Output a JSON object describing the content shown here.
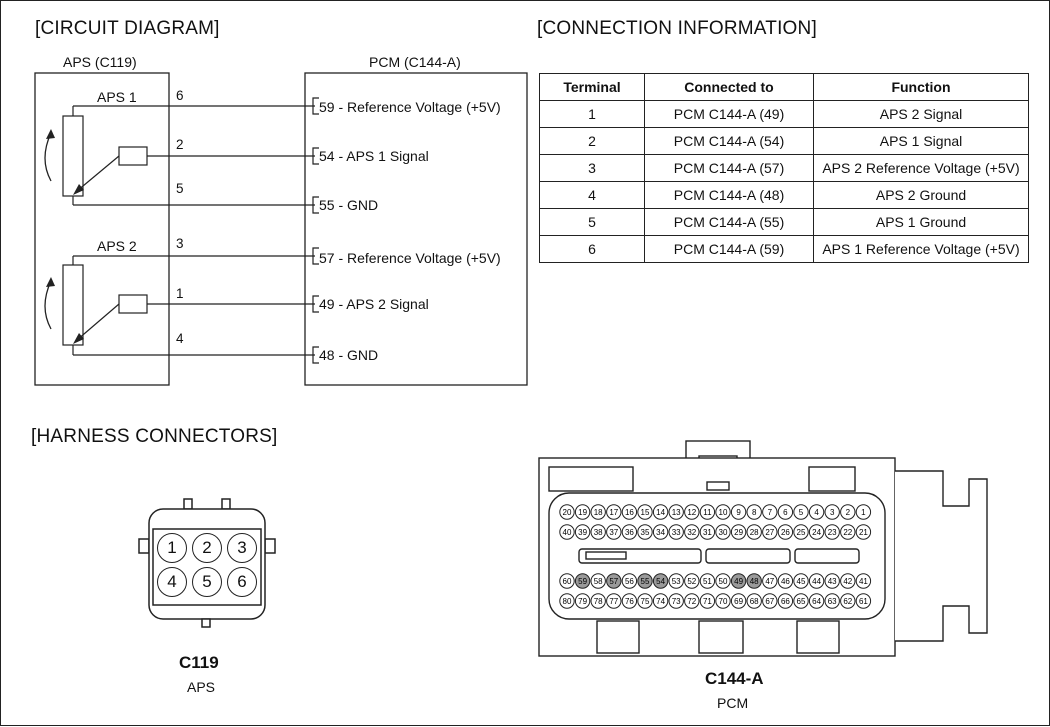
{
  "titles": {
    "circuit": "[CIRCUIT DIAGRAM]",
    "connection": "[CONNECTION INFORMATION]",
    "harness": "[HARNESS CONNECTORS]"
  },
  "circuit": {
    "left_box_label": "APS (C119)",
    "right_box_label": "PCM (C144-A)",
    "aps1_label": "APS 1",
    "aps2_label": "APS 2",
    "left_pins": [
      "6",
      "2",
      "5",
      "3",
      "1",
      "4"
    ],
    "pcm_pins": [
      "59 - Reference Voltage (+5V)",
      "54 - APS 1 Signal",
      "55 - GND",
      "57 - Reference Voltage (+5V)",
      "49 - APS 2 Signal",
      "48 - GND"
    ]
  },
  "table": {
    "headers": [
      "Terminal",
      "Connected to",
      "Function"
    ],
    "rows": [
      [
        "1",
        "PCM C144-A (49)",
        "APS 2 Signal"
      ],
      [
        "2",
        "PCM C144-A (54)",
        "APS 1 Signal"
      ],
      [
        "3",
        "PCM C144-A (57)",
        "APS 2 Reference Voltage (+5V)"
      ],
      [
        "4",
        "PCM C144-A (48)",
        "APS 2 Ground"
      ],
      [
        "5",
        "PCM C144-A (55)",
        "APS 1 Ground"
      ],
      [
        "6",
        "PCM C144-A (59)",
        "APS 1 Reference Voltage (+5V)"
      ]
    ]
  },
  "connectors": {
    "c119_name": "C119",
    "c119_sub": "APS",
    "c119_pins": [
      "1",
      "2",
      "3",
      "4",
      "5",
      "6"
    ],
    "c144_name": "C144-A",
    "c144_sub": "PCM",
    "c144_row1": [
      "20",
      "19",
      "18",
      "17",
      "16",
      "15",
      "14",
      "13",
      "12",
      "11",
      "10",
      "9",
      "8",
      "7",
      "6",
      "5",
      "4",
      "3",
      "2",
      "1"
    ],
    "c144_row2": [
      "40",
      "39",
      "38",
      "37",
      "36",
      "35",
      "34",
      "33",
      "32",
      "31",
      "30",
      "29",
      "28",
      "27",
      "26",
      "25",
      "24",
      "23",
      "22",
      "21"
    ],
    "c144_row3": [
      "60",
      "59",
      "58",
      "57",
      "56",
      "55",
      "54",
      "53",
      "52",
      "51",
      "50",
      "49",
      "48",
      "47",
      "46",
      "45",
      "44",
      "43",
      "42",
      "41"
    ],
    "c144_row4": [
      "80",
      "79",
      "78",
      "77",
      "76",
      "75",
      "74",
      "73",
      "72",
      "71",
      "70",
      "69",
      "68",
      "67",
      "66",
      "65",
      "64",
      "63",
      "62",
      "61"
    ],
    "c144_highlighted": [
      "59",
      "57",
      "55",
      "54",
      "49",
      "48"
    ]
  }
}
